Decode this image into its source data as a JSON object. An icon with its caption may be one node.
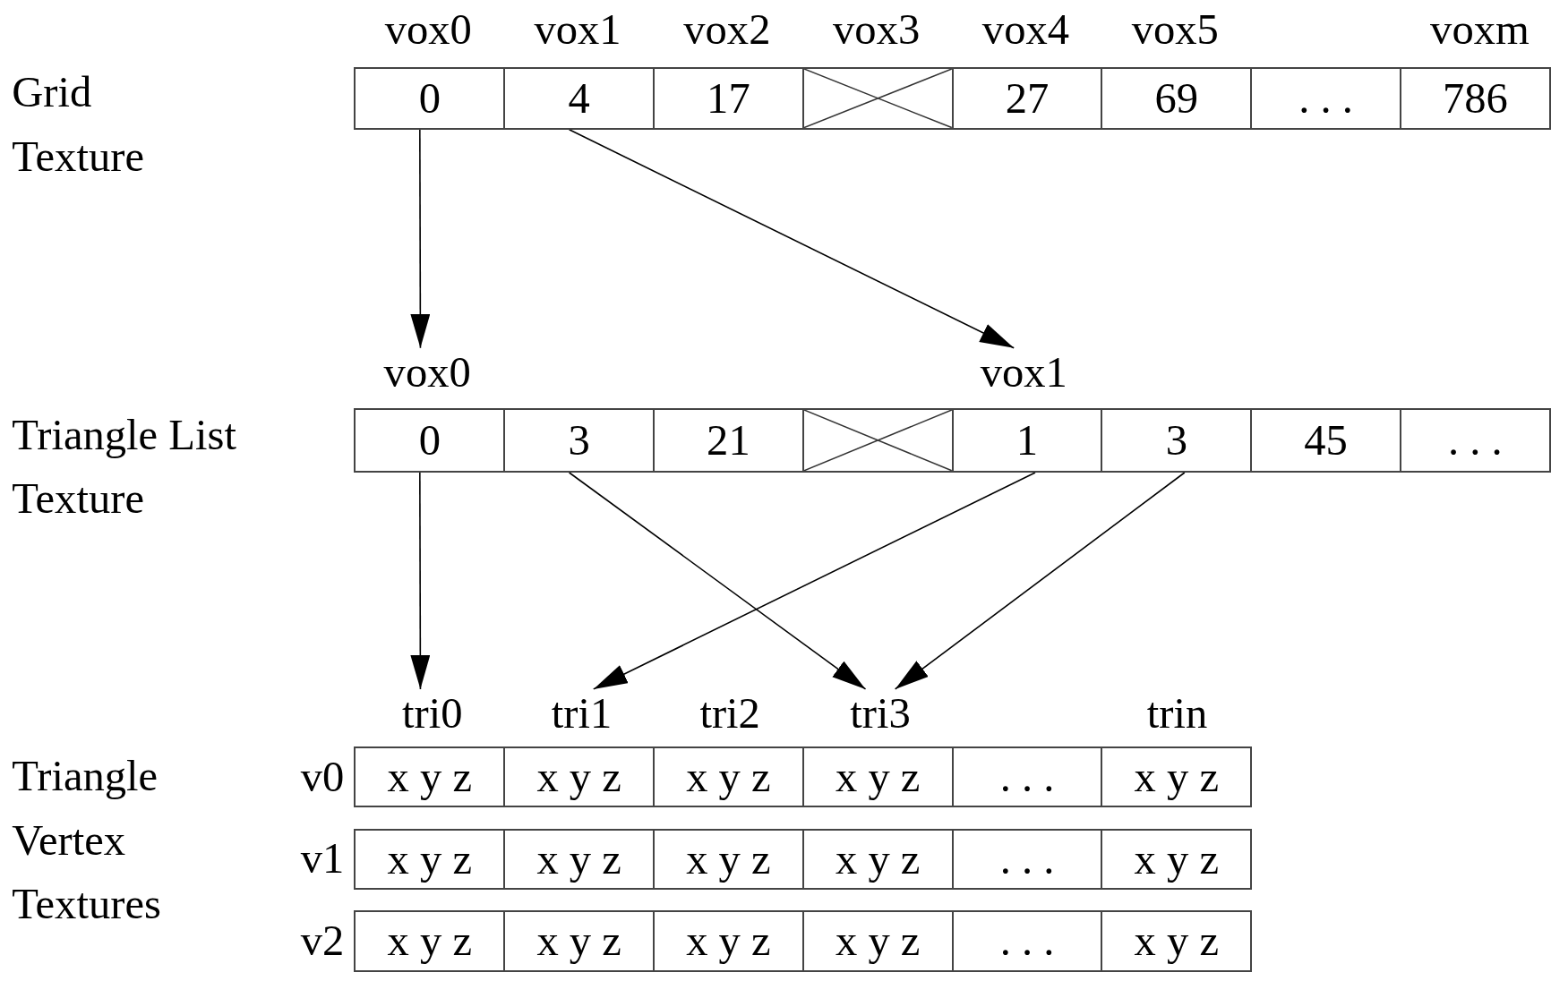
{
  "diagram": {
    "nodes": [
      {
        "text": [
          "0"
        ]
      },
      {
        "text": [
          "4"
        ]
      },
      {
        "text": [
          "17"
        ]
      },
      {
        "text": [],
        "shape": "box"
      },
      {
        "text": [
          "27"
        ]
      },
      {
        "text": [
          "69"
        ]
      },
      {
        "text": [
          ". . ."
        ]
      },
      {
        "text": [
          "786"
        ]
      },
      {
        "text": [
          "vox0"
        ]
      },
      {
        "text": [
          "vox1"
        ]
      },
      {
        "text": [
          "0"
        ]
      },
      {
        "text": [
          "3"
        ]
      },
      {
        "text": [
          "21"
        ]
      },
      {
        "text": [],
        "shape": "box"
      },
      {
        "text": [
          "1"
        ]
      },
      {
        "text": [
          "3"
        ]
      },
      {
        "text": [
          "45"
        ]
      },
      {
        "text": [
          ". . ."
        ]
      },
      {
        "text": [
          "tri0"
        ]
      },
      {
        "text": [
          "tri1"
        ]
      },
      {
        "text": [
          "tri3"
        ]
      },
      {
        "text": [
          "x y z"
        ]
      },
      {
        "text": [
          "x y z"
        ]
      },
      {
        "text": [
          "x y z"
        ]
      },
      {
        "text": [
          "x y z"
        ]
      },
      {
        "text": [
          ". . ."
        ]
      },
      {
        "text": [
          "x y z"
        ]
      },
      {
        "text": [
          "x y z"
        ]
      },
      {
        "text": [
          "x y z"
        ]
      },
      {
        "text": [
          "x y z"
        ]
      },
      {
        "text": [
          "x y z"
        ]
      },
      {
        "text": [
          ". . ."
        ]
      },
      {
        "text": [
          "x y z"
        ]
      },
      {
        "text": [
          "x y z"
        ]
      },
      {
        "text": [
          "x y z"
        ]
      },
      {
        "text": [
          "x y z"
        ]
      },
      {
        "text": [
          "x y z"
        ]
      },
      {
        "text": [
          ". . ."
        ]
      },
      {
        "text": [
          "x y z"
        ]
      }
    ],
    "edges": [
      {
        "from": 0,
        "to": 8,
        "arrow": "to"
      },
      {
        "from": 1,
        "to": 9,
        "arrow": "to"
      },
      {
        "from": 10,
        "to": 18,
        "arrow": "to"
      },
      {
        "from": 11,
        "to": 20,
        "arrow": "to"
      },
      {
        "from": 14,
        "to": 19,
        "arrow": "to"
      },
      {
        "from": 15,
        "to": 20,
        "arrow": "to"
      }
    ],
    "labels": [
      "vox0",
      "vox1",
      "vox2",
      "vox3",
      "vox4",
      "vox5",
      "voxm",
      "Grid Texture",
      "Triangle List Texture",
      "tri2",
      "trin",
      "Triangle Vertex Textures",
      "v0",
      "v1",
      "v2"
    ]
  }
}
